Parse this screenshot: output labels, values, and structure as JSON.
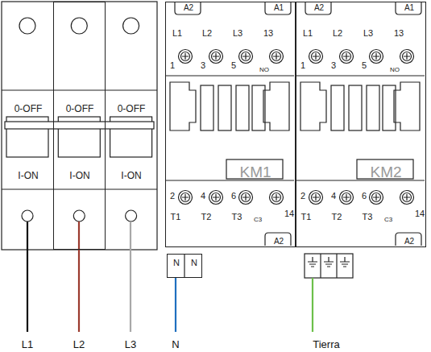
{
  "diagram": {
    "nodes": [
      {
        "text": [
          "0-OFF",
          "I-ON"
        ]
      },
      {
        "text": [
          "0-OFF",
          "I-ON"
        ]
      },
      {
        "text": [
          "0-OFF",
          "I-ON"
        ]
      },
      {
        "text": [
          "A2",
          "A1",
          "L1",
          "L2",
          "L3",
          "13",
          "1",
          "3",
          "5",
          "NO",
          "KM1",
          "2",
          "4",
          "6",
          "14",
          "T1",
          "T2",
          "T3",
          "C3",
          "A2"
        ]
      },
      {
        "text": [
          "A2",
          "A1",
          "L1",
          "L2",
          "L3",
          "13",
          "1",
          "3",
          "5",
          "NO",
          "KM2",
          "2",
          "4",
          "6",
          "14",
          "T1",
          "T2",
          "T3",
          "C3",
          "A2"
        ]
      },
      {
        "text": [
          "N",
          "N"
        ]
      }
    ],
    "edges": [],
    "labels": [
      "L1",
      "L2",
      "L3",
      "N",
      "Tierra"
    ]
  }
}
